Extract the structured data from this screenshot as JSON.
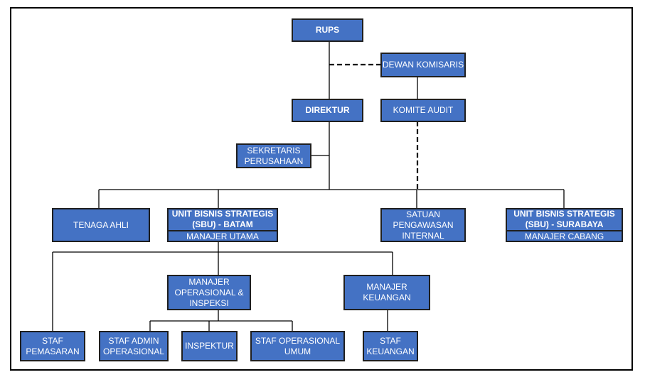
{
  "org_chart": {
    "rups": "RUPS",
    "dewan_komisaris": "DEWAN KOMISARIS",
    "direktur": "DIREKTUR",
    "komite_audit": "KOMITE AUDIT",
    "sekretaris": [
      "SEKRETARIS",
      "PERUSAHAAN"
    ],
    "tenaga_ahli": "TENAGA AHLI",
    "sbu_batam": {
      "title": [
        "UNIT BISNIS STRATEGIS",
        "(SBU) - BATAM"
      ],
      "subtitle": "MANAJER UTAMA"
    },
    "spi": [
      "SATUAN",
      "PENGAWASAN",
      "INTERNAL"
    ],
    "sbu_surabaya": {
      "title": [
        "UNIT BISNIS STRATEGIS",
        "(SBU) - SURABAYA"
      ],
      "subtitle": "MANAJER CABANG"
    },
    "manajer_operasional": [
      "MANAJER",
      "OPERASIONAL &",
      "INSPEKSI"
    ],
    "manajer_keuangan": [
      "MANAJER",
      "KEUANGAN"
    ],
    "staf_pemasaran": [
      "STAF",
      "PEMASARAN"
    ],
    "staf_admin": [
      "STAF ADMIN",
      "OPERASIONAL"
    ],
    "inspektur": "INSPEKTUR",
    "staf_operasional_umum": [
      "STAF OPERASIONAL",
      "UMUM"
    ],
    "staf_keuangan": [
      "STAF",
      "KEUANGAN"
    ]
  }
}
